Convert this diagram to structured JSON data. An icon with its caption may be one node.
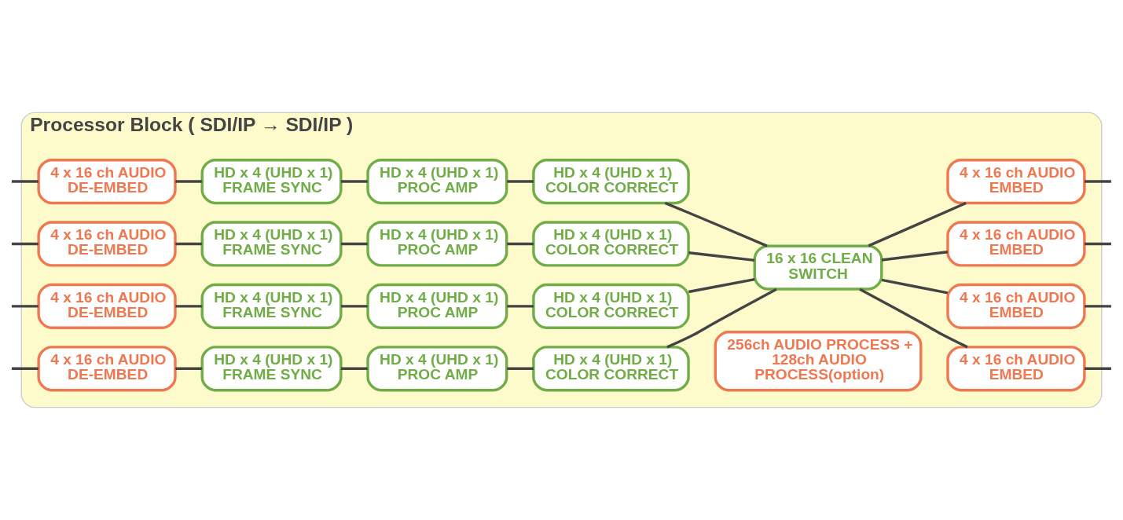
{
  "diagram": {
    "nodes": [
      {
        "text": [
          "Processor Block ( SDI/IP → SDI/IP )"
        ]
      },
      {
        "text": [
          "4 x 16 ch AUDIO DE-EMBED"
        ],
        "in": 0
      },
      {
        "text": [
          "HD x 4 (UHD x 1) FRAME SYNC"
        ],
        "in": 0
      },
      {
        "text": [
          "HD x 4 (UHD x 1) PROC AMP"
        ],
        "in": 0
      },
      {
        "text": [
          "HD x 4 (UHD x 1) COLOR CORRECT"
        ],
        "in": 0
      },
      {
        "text": [
          "16 x 16 CLEAN SWITCH"
        ],
        "in": 0
      },
      {
        "text": [
          "4 x 16 ch AUDIO EMBED"
        ],
        "in": 0
      },
      {
        "text": [
          "4 x 16 ch AUDIO DE-EMBED"
        ],
        "in": 0
      },
      {
        "text": [
          "HD x 4 (UHD x 1) FRAME SYNC"
        ],
        "in": 0
      },
      {
        "text": [
          "HD x 4 (UHD x 1) PROC AMP"
        ],
        "in": 0
      },
      {
        "text": [
          "HD x 4 (UHD x 1) COLOR CORRECT"
        ],
        "in": 0
      },
      {
        "text": [
          "4 x 16 ch AUDIO EMBED"
        ],
        "in": 0
      },
      {
        "text": [
          "4 x 16 ch AUDIO DE-EMBED"
        ],
        "in": 0
      },
      {
        "text": [
          "HD x 4 (UHD x 1) FRAME SYNC"
        ],
        "in": 0
      },
      {
        "text": [
          "HD x 4 (UHD x 1) PROC AMP"
        ],
        "in": 0
      },
      {
        "text": [
          "HD x 4 (UHD x 1) COLOR CORRECT"
        ],
        "in": 0
      },
      {
        "text": [
          "4 x 16 ch AUDIO EMBED"
        ],
        "in": 0
      },
      {
        "text": [
          "4 x 16 ch AUDIO DE-EMBED"
        ],
        "in": 0
      },
      {
        "text": [
          "HD x 4 (UHD x 1) FRAME SYNC"
        ],
        "in": 0
      },
      {
        "text": [
          "HD x 4 (UHD x 1) PROC AMP"
        ],
        "in": 0
      },
      {
        "text": [
          "HD x 4 (UHD x 1) COLOR CORRECT"
        ],
        "in": 0
      },
      {
        "text": [
          "4 x 16 ch AUDIO EMBED"
        ],
        "in": 0
      },
      {
        "text": [
          "256ch AUDIO PROCESS + 128ch AUDIO PROCESS(option)"
        ],
        "in": 0
      }
    ],
    "edges": [
      {
        "from": null,
        "to": 1,
        "arrow": "none"
      },
      {
        "from": 1,
        "to": 2,
        "arrow": "none"
      },
      {
        "from": 2,
        "to": 3,
        "arrow": "none"
      },
      {
        "from": 3,
        "to": 4,
        "arrow": "none"
      },
      {
        "from": 4,
        "to": 5,
        "arrow": "none"
      },
      {
        "from": 5,
        "to": 6,
        "arrow": "none"
      },
      {
        "from": 6,
        "to": null,
        "arrow": "none"
      },
      {
        "from": null,
        "to": 7,
        "arrow": "none"
      },
      {
        "from": 7,
        "to": 8,
        "arrow": "none"
      },
      {
        "from": 8,
        "to": 9,
        "arrow": "none"
      },
      {
        "from": 9,
        "to": 10,
        "arrow": "none"
      },
      {
        "from": 10,
        "to": 5,
        "arrow": "none"
      },
      {
        "from": 5,
        "to": 11,
        "arrow": "none"
      },
      {
        "from": 11,
        "to": null,
        "arrow": "none"
      },
      {
        "from": null,
        "to": 12,
        "arrow": "none"
      },
      {
        "from": 12,
        "to": 13,
        "arrow": "none"
      },
      {
        "from": 13,
        "to": 14,
        "arrow": "none"
      },
      {
        "from": 14,
        "to": 15,
        "arrow": "none"
      },
      {
        "from": 15,
        "to": 5,
        "arrow": "none"
      },
      {
        "from": 5,
        "to": 16,
        "arrow": "none"
      },
      {
        "from": 16,
        "to": null,
        "arrow": "none"
      },
      {
        "from": null,
        "to": 17,
        "arrow": "none"
      },
      {
        "from": 17,
        "to": 18,
        "arrow": "none"
      },
      {
        "from": 18,
        "to": 19,
        "arrow": "none"
      },
      {
        "from": 19,
        "to": 20,
        "arrow": "none"
      },
      {
        "from": 20,
        "to": 5,
        "arrow": "none"
      },
      {
        "from": 5,
        "to": 21,
        "arrow": "none"
      },
      {
        "from": 21,
        "to": null,
        "arrow": "none"
      }
    ]
  }
}
